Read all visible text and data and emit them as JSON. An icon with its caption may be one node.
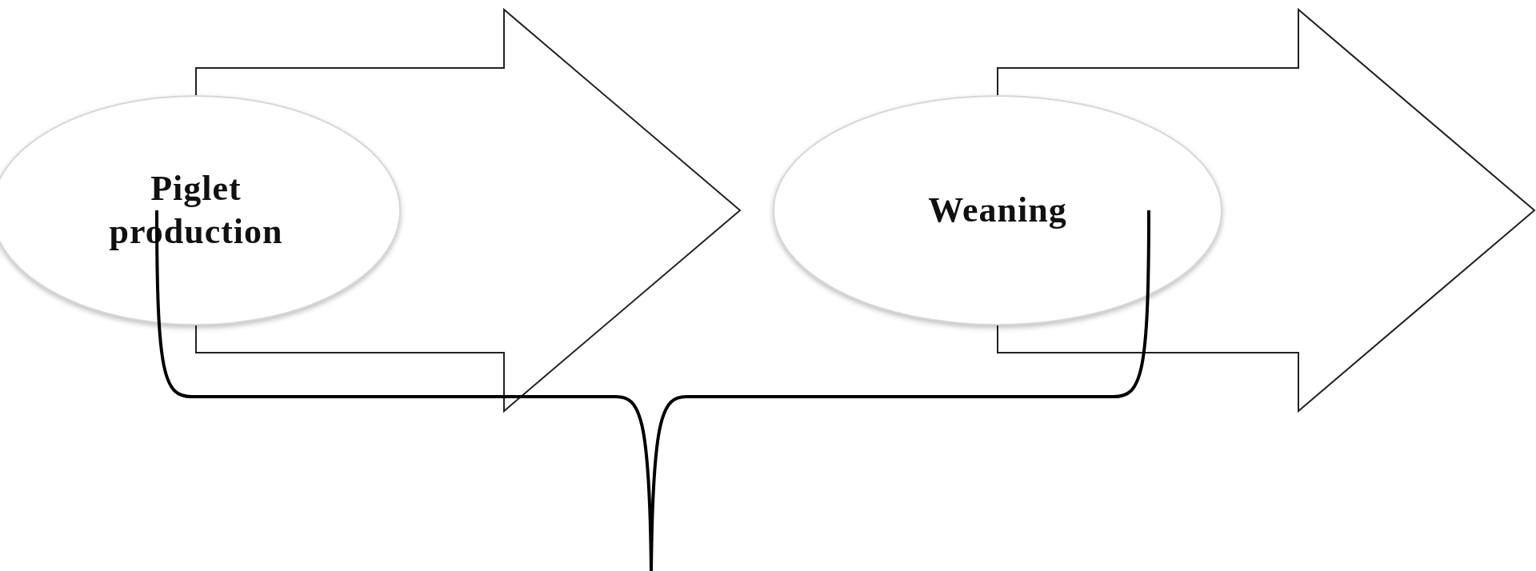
{
  "diagram": {
    "nodes": [
      {
        "text": [
          "Piglet production"
        ]
      },
      {
        "text": [
          "Weaning"
        ]
      }
    ],
    "edges": [
      {
        "from": 0,
        "to": 1,
        "arrow": "to"
      },
      {
        "from": 1,
        "to": null,
        "arrow": "to"
      }
    ]
  }
}
